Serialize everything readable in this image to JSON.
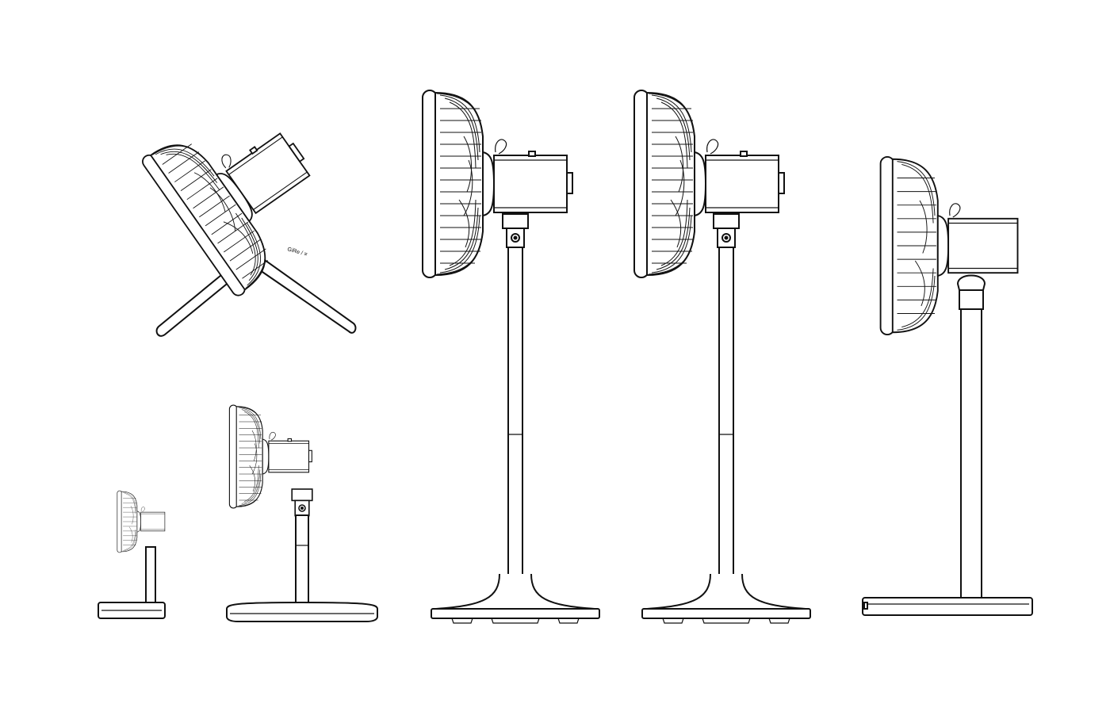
{
  "figure": {
    "subject": "fan-configurations",
    "views": [
      {
        "id": "tabletop-tilted-tripod",
        "orientation": "tilted-up"
      },
      {
        "id": "mini-desk",
        "orientation": "level"
      },
      {
        "id": "desk",
        "orientation": "level"
      },
      {
        "id": "floor-stand-tall",
        "orientation": "level"
      },
      {
        "id": "floor-stand-tall-2",
        "orientation": "level"
      },
      {
        "id": "floor-stand-low-profile",
        "orientation": "level"
      }
    ],
    "colors": {
      "line": "#111111",
      "background": "#ffffff"
    },
    "badge_text": "GiRe / ≡"
  }
}
